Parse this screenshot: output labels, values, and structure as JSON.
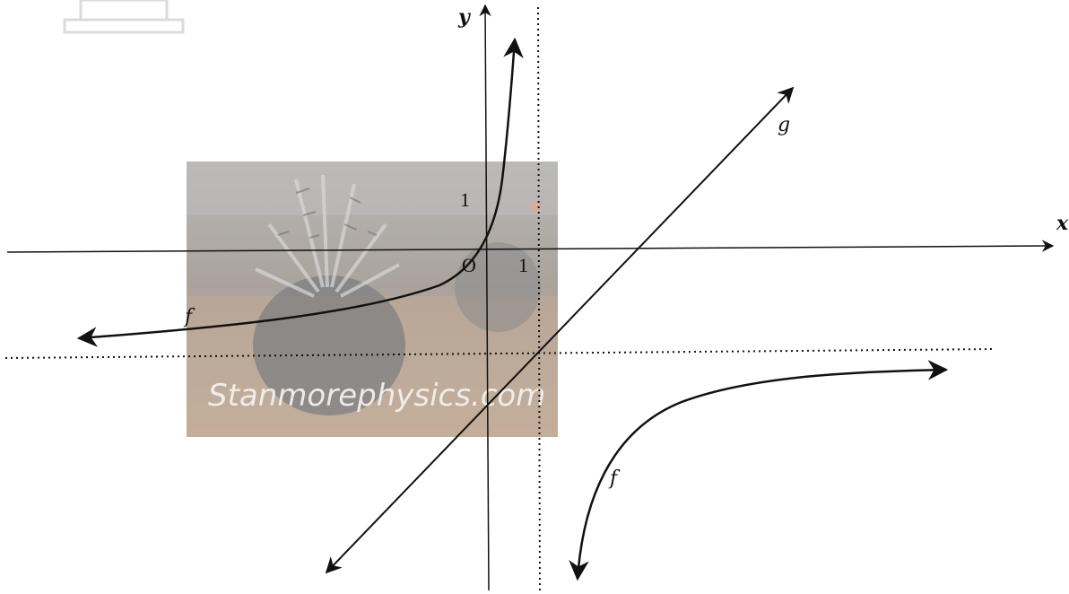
{
  "axes": {
    "x_label": "x",
    "y_label": "y",
    "origin_label": "O"
  },
  "ticks": {
    "x_one": "1",
    "y_one": "1"
  },
  "curves": {
    "f_label_upper": "f",
    "f_label_lower": "f",
    "g_label": "g"
  },
  "asymptotes": {
    "vertical_x": 1,
    "horizontal_style": "dotted",
    "vertical_style": "dotted"
  },
  "watermark": {
    "text": "Stanmorephysics.com"
  },
  "colors": {
    "ink": "#111111",
    "watermark_bg": "#b7aca3",
    "watermark_text": "#f4f4f4"
  }
}
